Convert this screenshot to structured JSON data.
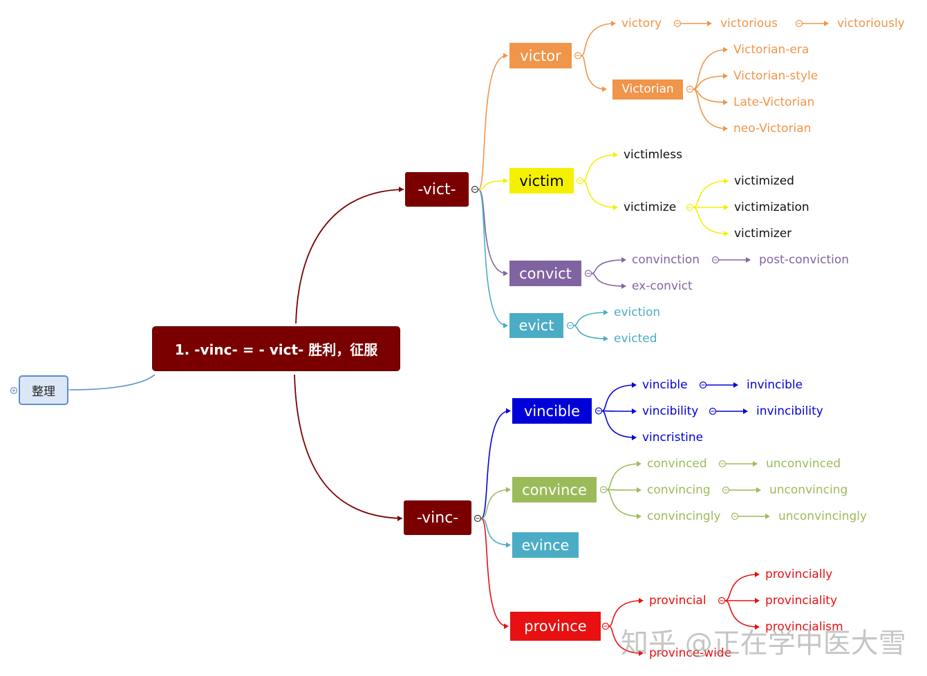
{
  "colors": {
    "root": "#7a0000",
    "orange": "#f0954a",
    "yellow": "#f5f000",
    "purple": "#8064a2",
    "teal": "#4bacc6",
    "blue": "#0000d8",
    "green": "#9bbb59",
    "red": "#e81010",
    "tag": "#5b8fd0"
  },
  "root": {
    "label": "1.  -vinc- = - vict- 胜利，征服"
  },
  "tag": {
    "label": "整理"
  },
  "branches": [
    {
      "label": "-vict-",
      "children": [
        {
          "label": "victor",
          "color": "orange",
          "sub": [
            {
              "label": "victory",
              "chain": [
                "victorious",
                "victoriously"
              ]
            },
            {
              "label": "Victorian",
              "boxed": true,
              "children": [
                "Victorian-era",
                "Victorian-style",
                "Late-Victorian",
                "neo-Victorian"
              ]
            }
          ]
        },
        {
          "label": "victim",
          "color": "yellow",
          "sub": [
            {
              "label": "victimless"
            },
            {
              "label": "victimize",
              "children": [
                "victimized",
                "victimization",
                "victimizer"
              ]
            }
          ]
        },
        {
          "label": "convict",
          "color": "purple",
          "sub": [
            {
              "label": "convinction",
              "chain": [
                "post-conviction"
              ]
            },
            {
              "label": "ex-convict"
            }
          ]
        },
        {
          "label": "evict",
          "color": "teal",
          "sub": [
            {
              "label": "eviction"
            },
            {
              "label": "evicted"
            }
          ]
        }
      ]
    },
    {
      "label": "-vinc-",
      "children": [
        {
          "label": "vincible",
          "color": "blue",
          "sub": [
            {
              "label": "vincible",
              "chain": [
                "invincible"
              ]
            },
            {
              "label": "vincibility",
              "chain": [
                "invincibility"
              ]
            },
            {
              "label": "vincristine"
            }
          ]
        },
        {
          "label": "convince",
          "color": "green",
          "sub": [
            {
              "label": "convinced",
              "chain": [
                "unconvinced"
              ]
            },
            {
              "label": "convincing",
              "chain": [
                "unconvincing"
              ]
            },
            {
              "label": "convincingly",
              "chain": [
                "unconvincingly"
              ]
            }
          ]
        },
        {
          "label": "evince",
          "color": "teal",
          "sub": []
        },
        {
          "label": "province",
          "color": "red",
          "sub": [
            {
              "label": "provincial",
              "children": [
                "provincially",
                "provinciality",
                "provincialism"
              ]
            },
            {
              "label": "province-wide"
            }
          ]
        }
      ]
    }
  ],
  "watermark": "知乎 @正在学中医大雪"
}
